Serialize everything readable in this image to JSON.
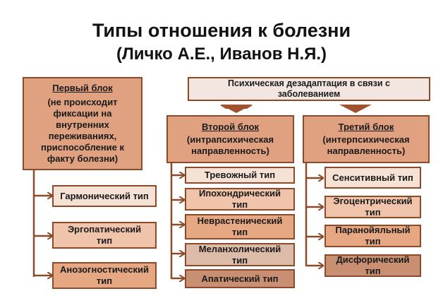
{
  "title": "Типы отношения к болезни",
  "subtitle": "(Личко А.Е., Иванов Н.Я.)",
  "colors": {
    "border": "#8b4a2a",
    "header_fill": "#e0a180",
    "arrow": "#a0522d"
  },
  "top_banner": "Психическая дезадаптация в связи с заболеванием",
  "blocks": [
    {
      "heading": "Первый блок",
      "description": "(не происходит фиксации на внутренних переживаниях, приспособление к факту болезни)",
      "types": [
        "Гармонический тип",
        "Эргопатический тип",
        "Анозогностический тип"
      ]
    },
    {
      "heading": "Второй блок",
      "description": "(интрапсихическая направленность)",
      "types": [
        "Тревожный тип",
        "Ипохондрический тип",
        "Неврастенический тип",
        "Меланхолический тип",
        "Апатический тип"
      ]
    },
    {
      "heading": "Третий блок",
      "description": "(интерпсихическая направленность)",
      "types": [
        "Сенситивный тип",
        "Эгоцентрический тип",
        "Паранойяльный тип",
        "Дисфорический тип"
      ]
    }
  ]
}
